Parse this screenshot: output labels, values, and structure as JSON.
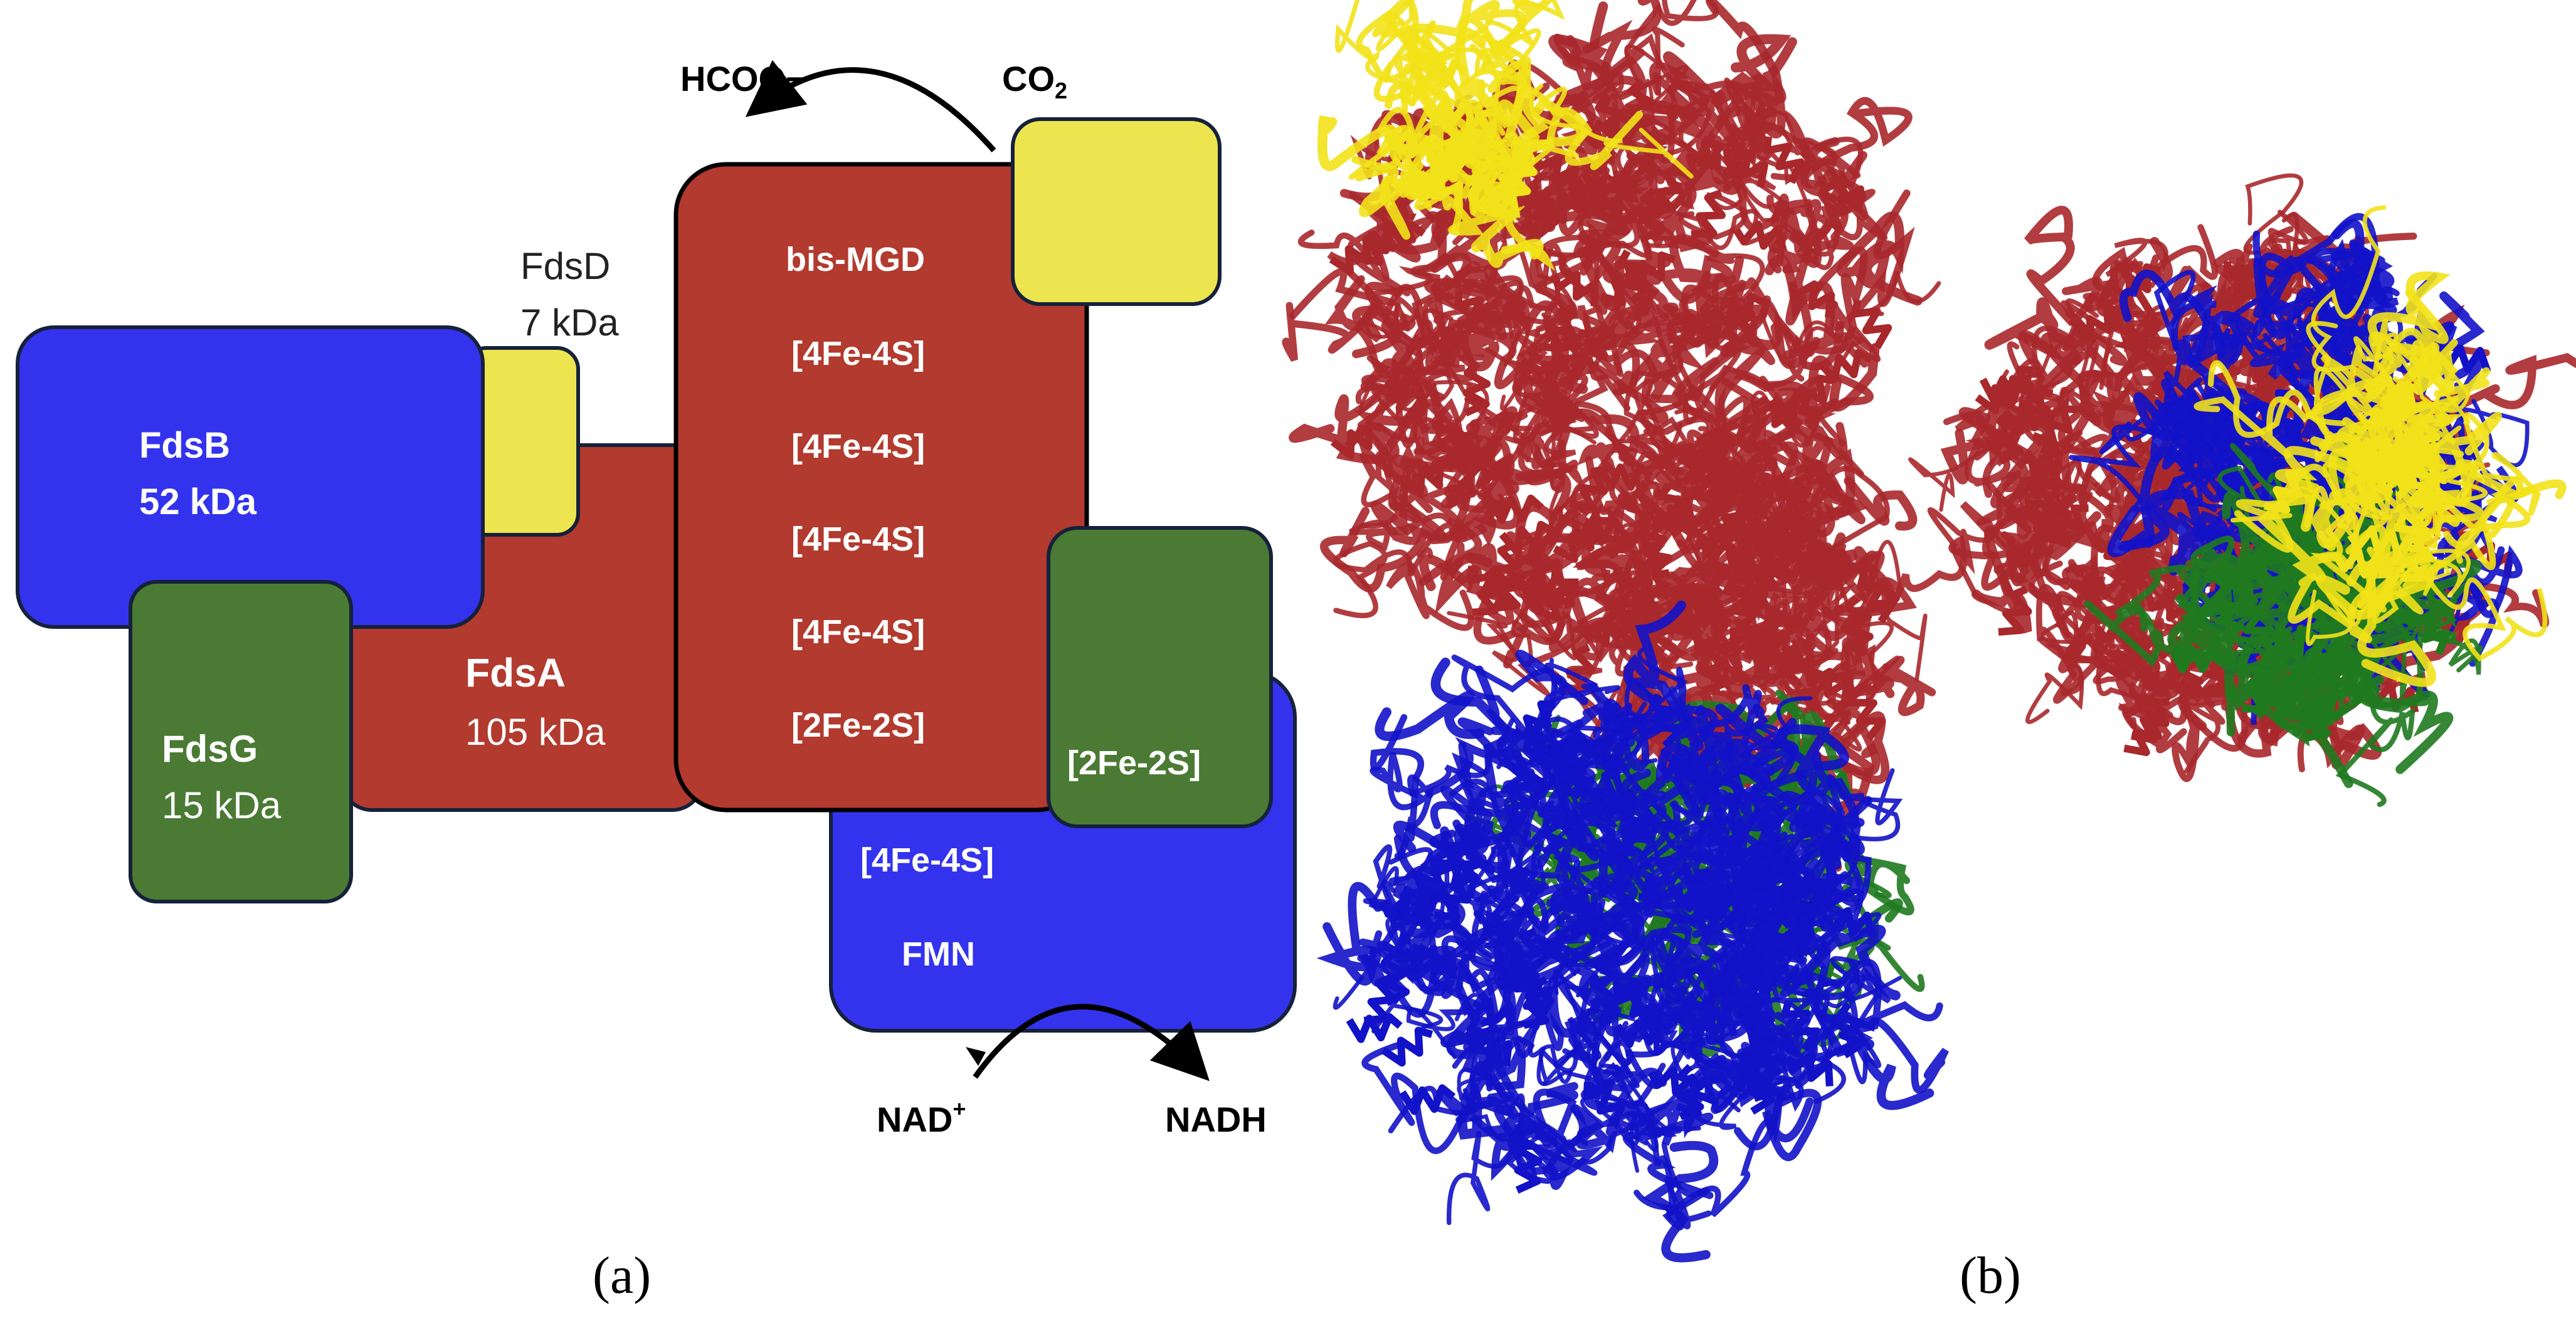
{
  "panel_a": {
    "top_reaction": {
      "left": "HCOO−",
      "right_base": "CO",
      "right_sub": "2"
    },
    "bottom_reaction": {
      "left_base": "NAD",
      "left_sup": "+",
      "right": "NADH"
    },
    "fdsB": {
      "name": "FdsB",
      "mass": "52 kDa"
    },
    "fdsD": {
      "name": "FdsD",
      "mass": "7 kDa"
    },
    "fdsA": {
      "name": "FdsA",
      "mass": "105 kDa"
    },
    "fdsG": {
      "name": "FdsG",
      "mass": "15 kDa"
    },
    "cofactors_A": [
      "bis-MGD",
      "[4Fe-4S]",
      "[4Fe-4S]",
      "[4Fe-4S]",
      "[4Fe-4S]",
      "[2Fe-2S]"
    ],
    "cofactor_G": "[2Fe-2S]",
    "cofactors_B": [
      "[4Fe-4S]",
      "FMN"
    ]
  },
  "captions": {
    "a": "(a)",
    "b": "(b)"
  },
  "colors": {
    "blue": "#3333ee",
    "red": "#b23a2e",
    "yellow": "#ede54f",
    "green": "#4a7a33",
    "outline": "#16213a",
    "helix_red": "#a8282c",
    "helix_blue": "#1212c8",
    "helix_green": "#1f7a1f",
    "helix_yellow": "#f2e21a"
  },
  "icons": {
    "panel_b": "protein-ribbon-structure"
  }
}
